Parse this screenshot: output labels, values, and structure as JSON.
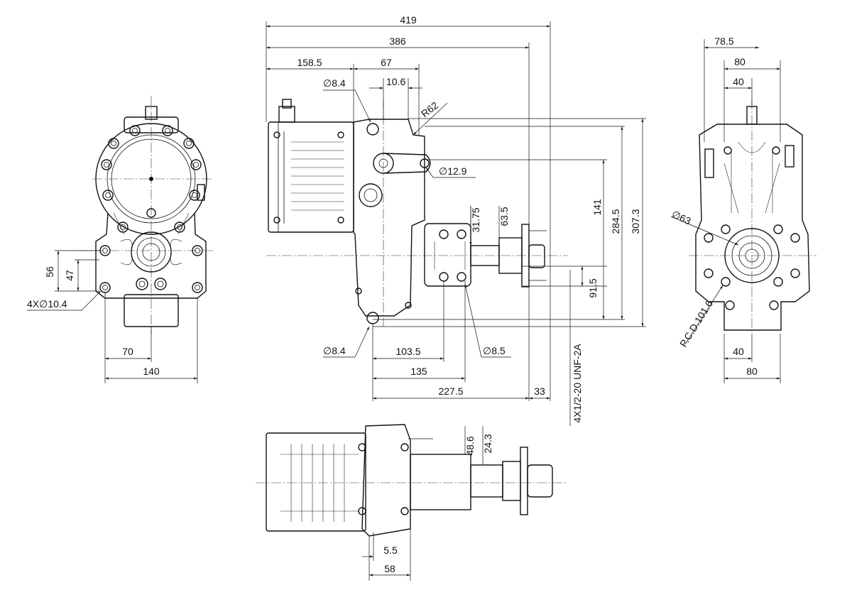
{
  "dimensions": {
    "front_view": {
      "d56": "56",
      "d47": "47",
      "holes_4x": "4X∅10.4",
      "d70": "70",
      "d140": "140"
    },
    "side_view": {
      "d419": "419",
      "d386": "386",
      "d158_5": "158.5",
      "d67": "67",
      "dia8_4_top": "∅8.4",
      "d10_6": "10.6",
      "r62": "R62",
      "dia12_9": "∅12.9",
      "d31_75": "31.75",
      "d63_5": "63.5",
      "d141": "141",
      "d284_5": "284.5",
      "d307_3": "307.3",
      "d91_5": "91.5",
      "dia8_4_bottom": "∅8.4",
      "d103_5": "103.5",
      "dia8_5": "∅8.5",
      "d135": "135",
      "d227_5": "227.5",
      "d33": "33",
      "thread": "4X1/2-20  UNF-2A"
    },
    "right_view": {
      "d78_5": "78.5",
      "d80_top": "80",
      "d40_top": "40",
      "dia63": "∅63",
      "pcd": "P.C.D.101.6",
      "d40_bottom": "40",
      "d80_bottom": "80"
    },
    "bottom_view": {
      "d48_6": "48.6",
      "d24_3": "24.3",
      "d5_5": "5.5",
      "d58": "58"
    }
  }
}
